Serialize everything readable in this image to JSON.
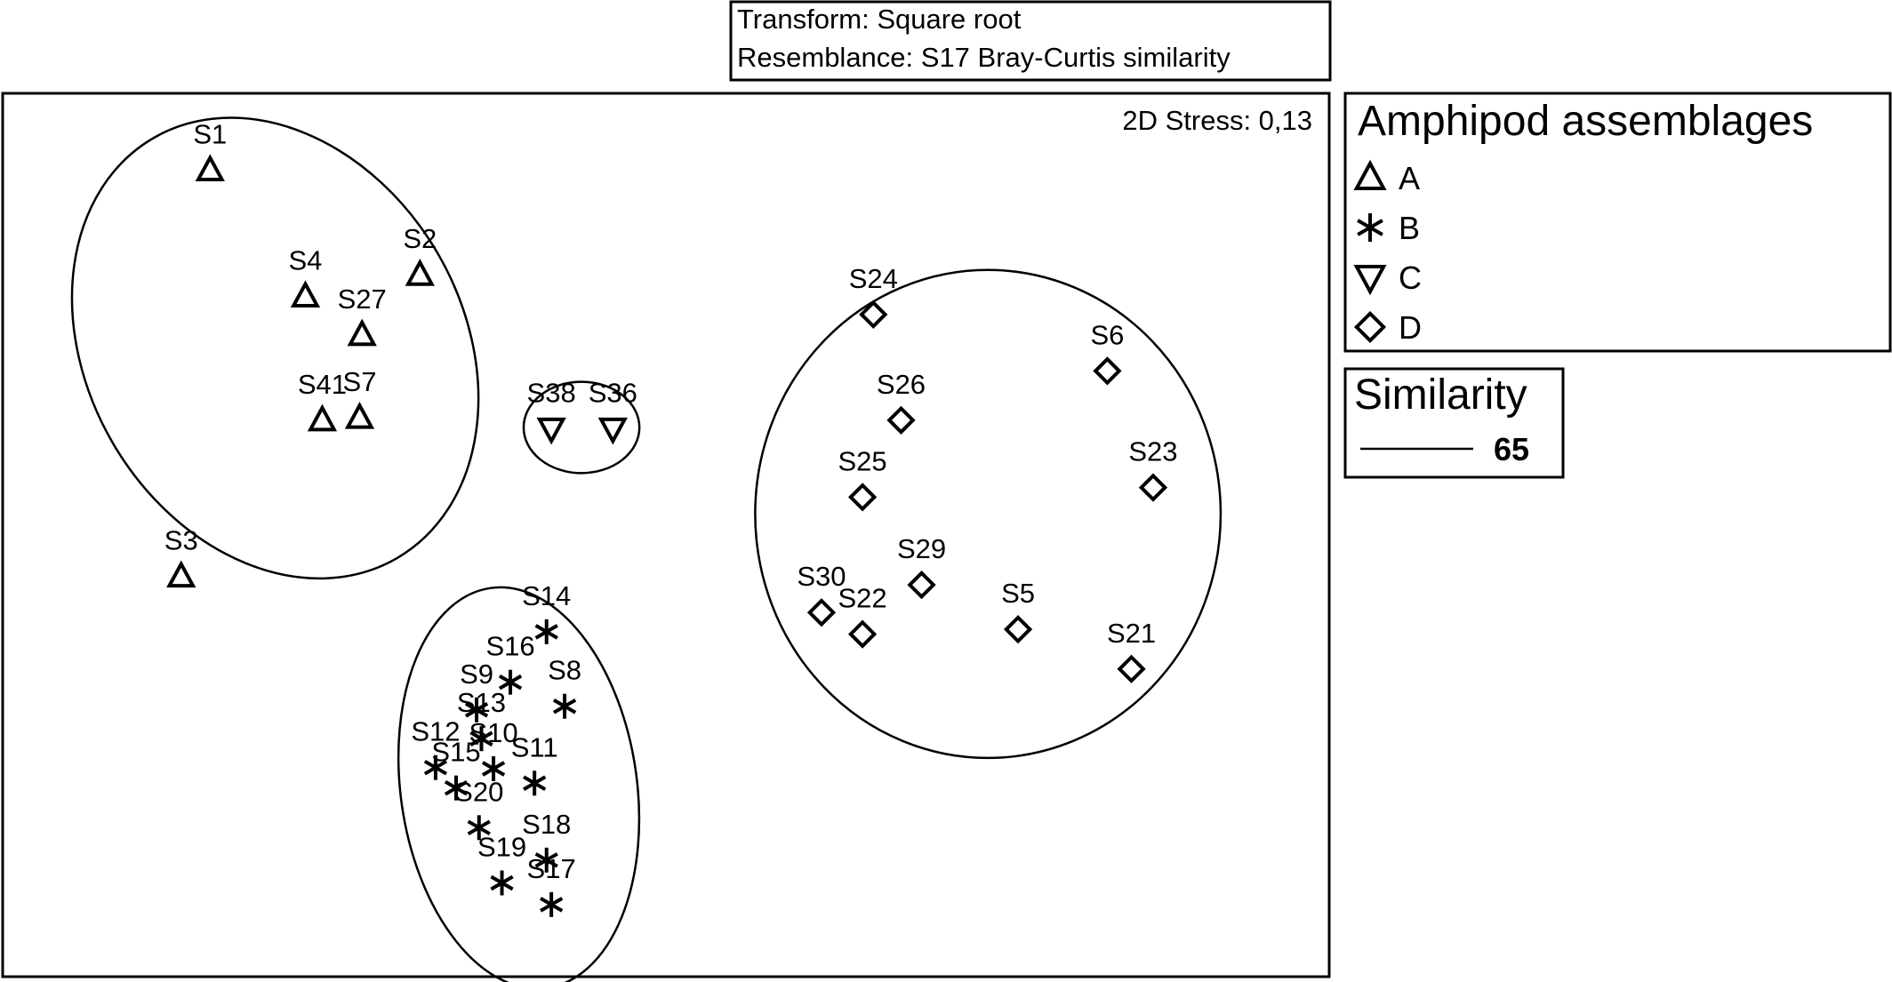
{
  "chart_data": {
    "type": "scatter",
    "header": {
      "transform": "Transform: Square root",
      "resemblance": "Resemblance: S17 Bray-Curtis similarity"
    },
    "stress_label": "2D Stress: 0,13",
    "legend": {
      "title": "Amphipod assemblages",
      "groups": [
        {
          "name": "A",
          "marker": "triangle-up"
        },
        {
          "name": "B",
          "marker": "asterisk"
        },
        {
          "name": "C",
          "marker": "triangle-down"
        },
        {
          "name": "D",
          "marker": "diamond"
        }
      ],
      "similarity_title": "Similarity",
      "similarity_value": "65"
    },
    "legend_placement": "right",
    "xlim": [
      0,
      1100
    ],
    "ylim": [
      0,
      735
    ],
    "grid": false,
    "axes_visible": false,
    "series": [
      {
        "name": "A",
        "marker": "triangle-up",
        "points": [
          {
            "label": "S1",
            "x": 172,
            "y": 671
          },
          {
            "label": "S2",
            "x": 346,
            "y": 584
          },
          {
            "label": "S4",
            "x": 251,
            "y": 566
          },
          {
            "label": "S27",
            "x": 298,
            "y": 534
          },
          {
            "label": "S41",
            "x": 265,
            "y": 463
          },
          {
            "label": "S7",
            "x": 296,
            "y": 465
          },
          {
            "label": "S3",
            "x": 148,
            "y": 333
          }
        ]
      },
      {
        "name": "B",
        "marker": "asterisk",
        "points": [
          {
            "label": "S14",
            "x": 451,
            "y": 287
          },
          {
            "label": "S16",
            "x": 421,
            "y": 245
          },
          {
            "label": "S8",
            "x": 466,
            "y": 225
          },
          {
            "label": "S9",
            "x": 393,
            "y": 222
          },
          {
            "label": "S13",
            "x": 397,
            "y": 198
          },
          {
            "label": "S10",
            "x": 407,
            "y": 173
          },
          {
            "label": "S12",
            "x": 359,
            "y": 174
          },
          {
            "label": "S11",
            "x": 441,
            "y": 161
          },
          {
            "label": "S15",
            "x": 376,
            "y": 157
          },
          {
            "label": "S20",
            "x": 395,
            "y": 124
          },
          {
            "label": "S18",
            "x": 451,
            "y": 97
          },
          {
            "label": "S19",
            "x": 414,
            "y": 78
          },
          {
            "label": "S17",
            "x": 455,
            "y": 60
          }
        ]
      },
      {
        "name": "C",
        "marker": "triangle-down",
        "points": [
          {
            "label": "S38",
            "x": 455,
            "y": 456
          },
          {
            "label": "S36",
            "x": 506,
            "y": 456
          }
        ]
      },
      {
        "name": "D",
        "marker": "diamond",
        "points": [
          {
            "label": "S24",
            "x": 722,
            "y": 551
          },
          {
            "label": "S6",
            "x": 916,
            "y": 504
          },
          {
            "label": "S26",
            "x": 745,
            "y": 463
          },
          {
            "label": "S23",
            "x": 954,
            "y": 407
          },
          {
            "label": "S25",
            "x": 713,
            "y": 399
          },
          {
            "label": "S29",
            "x": 762,
            "y": 326
          },
          {
            "label": "S30",
            "x": 679,
            "y": 303
          },
          {
            "label": "S22",
            "x": 713,
            "y": 285
          },
          {
            "label": "S5",
            "x": 842,
            "y": 289
          },
          {
            "label": "S21",
            "x": 936,
            "y": 256
          }
        ]
      }
    ],
    "similarity_clusters": [
      {
        "level": 65,
        "cx": 226,
        "cy": 523,
        "rx": 156,
        "ry": 202,
        "rotation": -30
      },
      {
        "level": 65,
        "cx": 480,
        "cy": 457,
        "rx": 48,
        "ry": 38,
        "rotation": 0
      },
      {
        "level": 65,
        "cx": 428,
        "cy": 157,
        "rx": 98,
        "ry": 168,
        "rotation": -8
      },
      {
        "level": 65,
        "cx": 817,
        "cy": 385,
        "rx": 193,
        "ry": 203,
        "rotation": 0
      }
    ]
  }
}
